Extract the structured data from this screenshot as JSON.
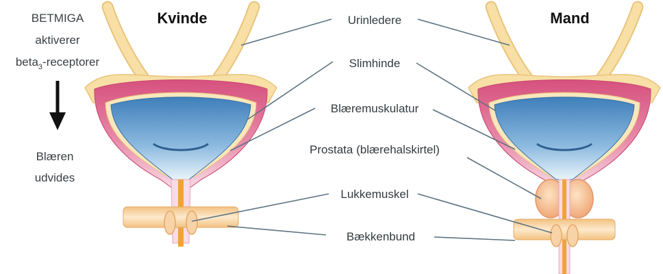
{
  "side_note": {
    "line1": "BETMIGA",
    "line2": "aktiverer",
    "line3_prefix": "beta",
    "line3_sub": "3",
    "line3_suffix": "-receptorer",
    "result_line1": "Blæren",
    "result_line2": "udvides"
  },
  "titles": {
    "female": "Kvinde",
    "male": "Mand"
  },
  "labels": {
    "ureters": "Urinledere",
    "mucosa": "Slimhinde",
    "detrusor": "Blæremuskulatur",
    "prostate": "Prostata (blærehalskirtel)",
    "sphincter": "Lukkemuskel",
    "pelvic_floor": "Bækkenbund"
  },
  "colors": {
    "ureter": "#f7dfa6",
    "ureter_edge": "#e8c47a",
    "muscle_wall": "#d6517e",
    "muscle_light": "#eeb3c8",
    "mucosa_layer": "#f7e7bd",
    "bladder_lumen": "#4f8fc6",
    "bladder_lumen_light": "#cfe4f3",
    "urethra": "#f1a33a",
    "prostate": "#f6c99a",
    "pelvic_floor": "#f5cf9a",
    "leader_line": "#5c7380",
    "arrow": "#111111"
  }
}
